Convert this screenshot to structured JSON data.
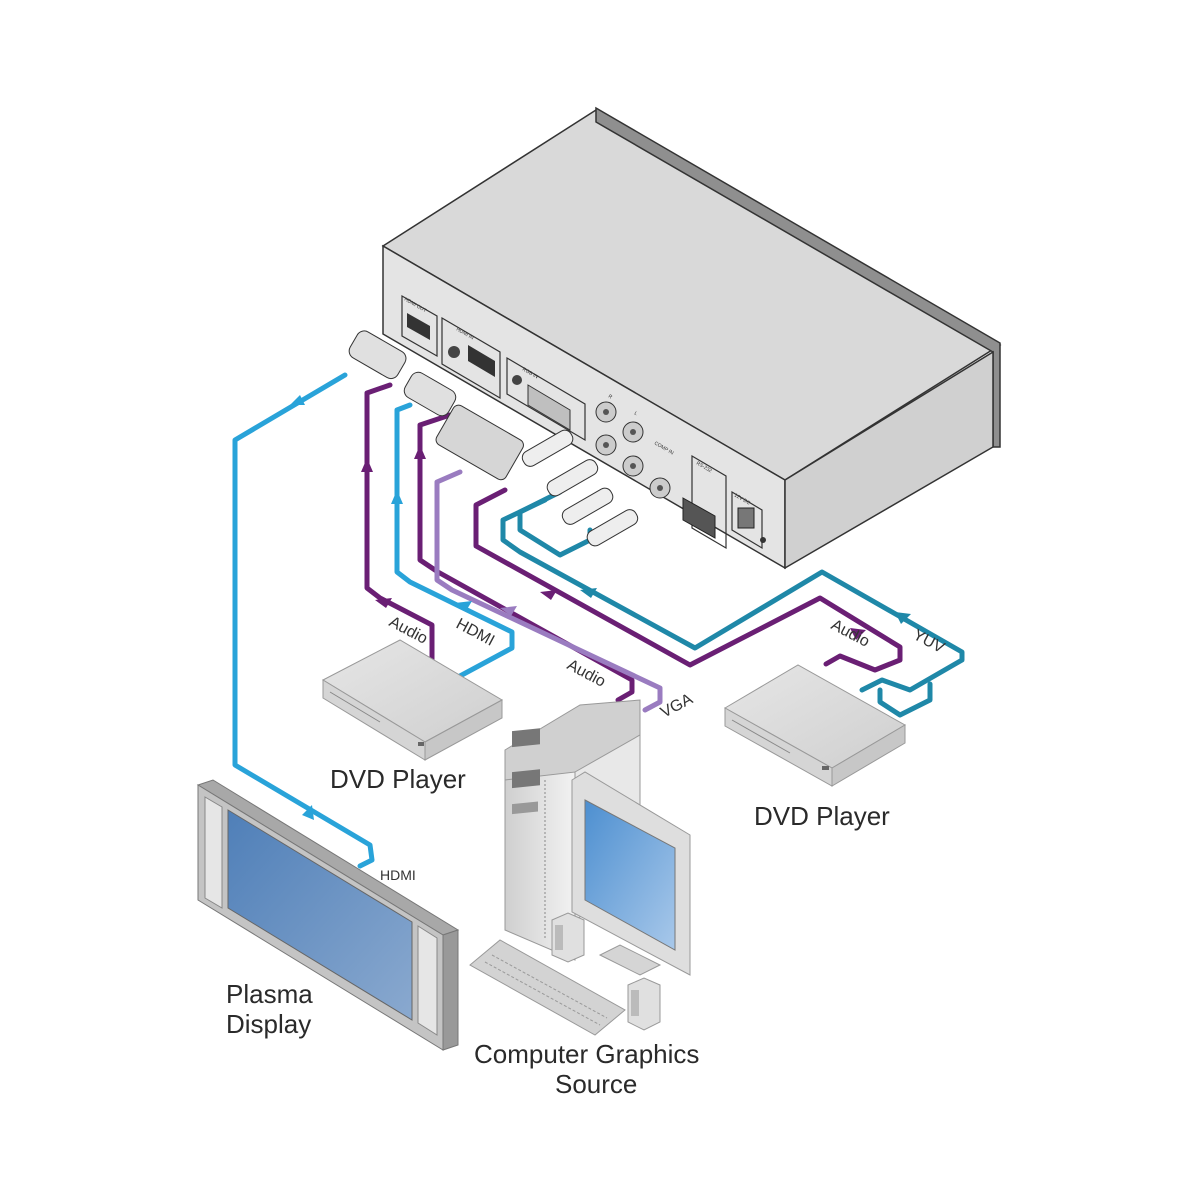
{
  "diagram": {
    "title": "Connection diagram",
    "colors": {
      "hdmi": "#29a3d9",
      "yuv": "#1f88a8",
      "audio": "#6a1f74",
      "vga": "#9a7cc0",
      "device_body": "#dcdcdc",
      "device_top": "#d8d8d8",
      "screen": "#5f8fc6"
    },
    "main_device": {
      "panel_labels": [
        "HDMI OUT",
        "HDMI IN",
        "RGB IN",
        "R",
        "L",
        "COMP IN",
        "RS-232",
        "12V DC"
      ]
    },
    "devices": [
      {
        "id": "dvd-left",
        "label": "DVD Player"
      },
      {
        "id": "dvd-right",
        "label": "DVD Player"
      },
      {
        "id": "plasma",
        "label_line1": "Plasma",
        "label_line2": "Display"
      },
      {
        "id": "computer",
        "label_line1": "Computer Graphics",
        "label_line2": "Source"
      }
    ],
    "cable_labels": {
      "dvd_left_audio": "Audio",
      "dvd_left_hdmi": "HDMI",
      "pc_audio": "Audio",
      "pc_vga": "VGA",
      "dvd_right_audio": "Audio",
      "dvd_right_yuv": "YUV",
      "plasma_hdmi": "HDMI"
    }
  }
}
